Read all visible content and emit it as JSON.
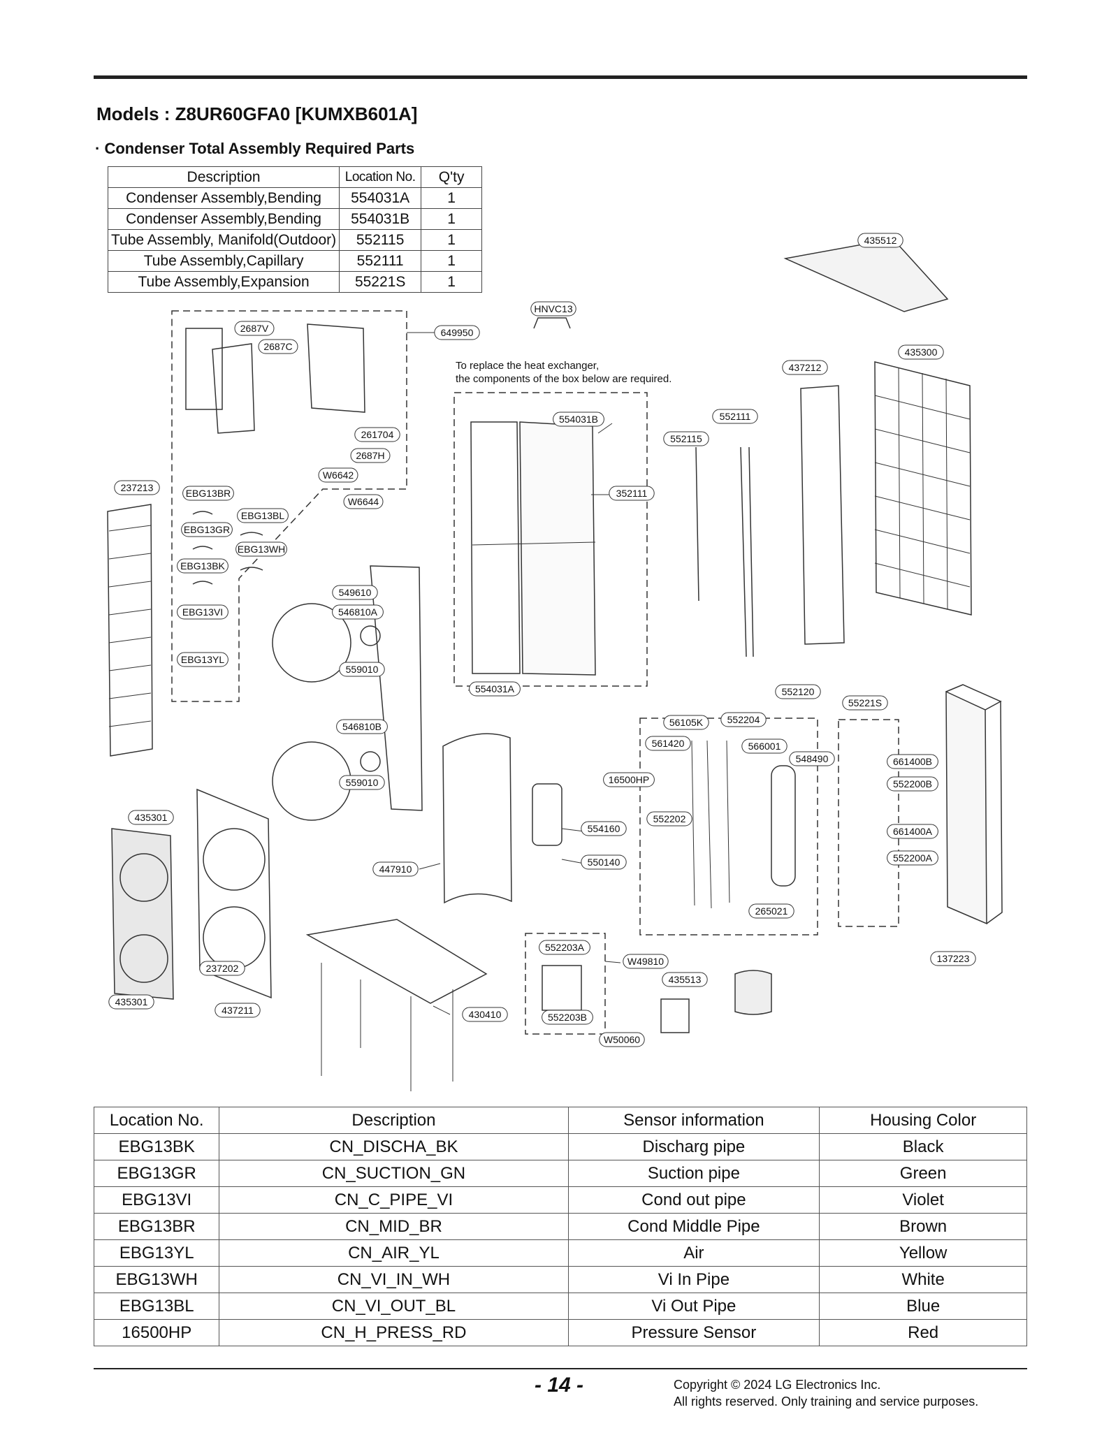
{
  "header": {
    "title": "Models : Z8UR60GFA0 [KUMXB601A]",
    "section_title": "· Condenser Total Assembly Required Parts"
  },
  "required_parts": {
    "columns": [
      "Description",
      "Location No.",
      "Q'ty"
    ],
    "rows": [
      [
        "Condenser Assembly,Bending",
        "554031A",
        "1"
      ],
      [
        "Condenser Assembly,Bending",
        "554031B",
        "1"
      ],
      [
        "Tube Assembly, Manifold(Outdoor)",
        "552115",
        "1"
      ],
      [
        "Tube Assembly,Capillary",
        "552111",
        "1"
      ],
      [
        "Tube Assembly,Expansion",
        "55221S",
        "1"
      ]
    ]
  },
  "diagram": {
    "note_line1": "To replace the heat exchanger,",
    "note_line2": "the components of the box below are required.",
    "labels": [
      "435512",
      "HNVC13",
      "649950",
      "2687V",
      "2687C",
      "435300",
      "437212",
      "554031B",
      "552111",
      "552115",
      "261704",
      "2687H",
      "W6642",
      "W6644",
      "237213",
      "EBG13BR",
      "EBG13BL",
      "EBG13GR",
      "EBG13WH",
      "EBG13BK",
      "352111",
      "549610",
      "546810A",
      "EBG13VI",
      "559010",
      "EBG13YL",
      "554031A",
      "552120",
      "55221S",
      "56105K",
      "552204",
      "561420",
      "566001",
      "546810B",
      "548490",
      "661400B",
      "16500HP",
      "552200B",
      "559010",
      "435301",
      "554160",
      "552202",
      "661400A",
      "552200A",
      "447910",
      "550140",
      "265021",
      "552203A",
      "W49810",
      "137223",
      "237202",
      "435513",
      "435301",
      "437211",
      "430410",
      "552203B",
      "W50060"
    ]
  },
  "sensor_table": {
    "columns": [
      "Location No.",
      "Description",
      "Sensor information",
      "Housing Color"
    ],
    "rows": [
      [
        "EBG13BK",
        "CN_DISCHA_BK",
        "Discharg pipe",
        "Black"
      ],
      [
        "EBG13GR",
        "CN_SUCTION_GN",
        "Suction pipe",
        "Green"
      ],
      [
        "EBG13VI",
        "CN_C_PIPE_VI",
        "Cond out pipe",
        "Violet"
      ],
      [
        "EBG13BR",
        "CN_MID_BR",
        "Cond Middle Pipe",
        "Brown"
      ],
      [
        "EBG13YL",
        "CN_AIR_YL",
        "Air",
        "Yellow"
      ],
      [
        "EBG13WH",
        "CN_VI_IN_WH",
        "Vi In Pipe",
        "White"
      ],
      [
        "EBG13BL",
        "CN_VI_OUT_BL",
        "Vi Out Pipe",
        "Blue"
      ],
      [
        "16500HP",
        "CN_H_PRESS_RD",
        "Pressure Sensor",
        "Red"
      ]
    ]
  },
  "footer": {
    "page_number": "- 14 -",
    "copyright_line1": "Copyright © 2024 LG Electronics Inc.",
    "copyright_line2": "All rights reserved. Only training and service purposes."
  }
}
